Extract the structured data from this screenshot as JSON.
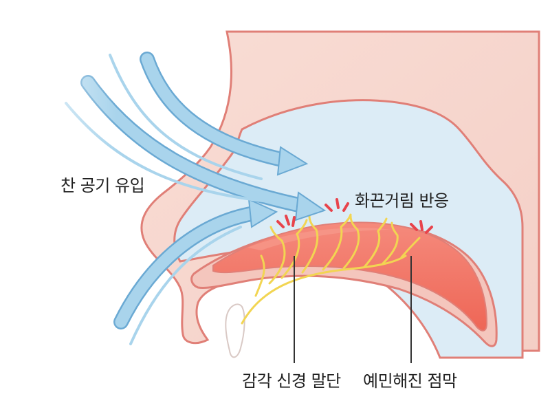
{
  "labels": {
    "cold_air_inflow": "찬 공기 유입",
    "itching_reaction": "화끈거림 반응",
    "sensory_nerve_endings": "감각 신경 말단",
    "sensitized_mucosa": "예민해진 점막"
  },
  "colors": {
    "skin": "#f7d7cf",
    "skin_outline": "#e07f77",
    "nasal_cavity": "#dcecf6",
    "mucosa": "#f06f5f",
    "mucosa_highlight": "#f69a8c",
    "nerve": "#f2d552",
    "airflow": "#a9d4ec",
    "airflow_outline": "#6aa9d3",
    "alert_tick": "#e8434b",
    "leader_line": "#333333"
  }
}
